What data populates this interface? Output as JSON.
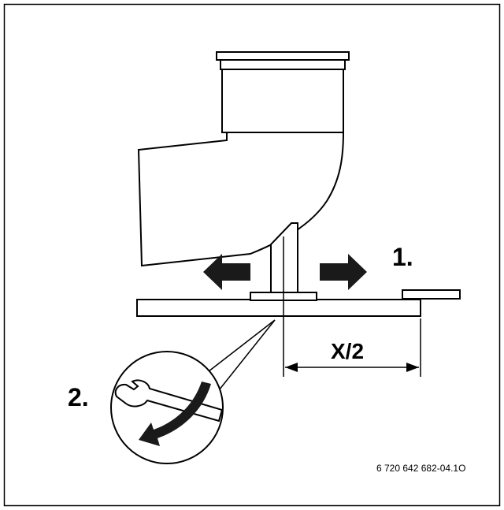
{
  "labels": {
    "step1": "1.",
    "step2": "2.",
    "dimension": "X/2",
    "figure_code": "6 720 642 682-04.1O"
  },
  "icons": {
    "arrow_left": "arrow-left-icon",
    "arrow_right": "arrow-right-icon",
    "wrench": "wrench-icon",
    "curved_arrow": "curved-arrow-icon"
  },
  "colors": {
    "stroke": "#000000",
    "fill": "#ffffff",
    "arrow_fill": "#1a1a1a"
  }
}
